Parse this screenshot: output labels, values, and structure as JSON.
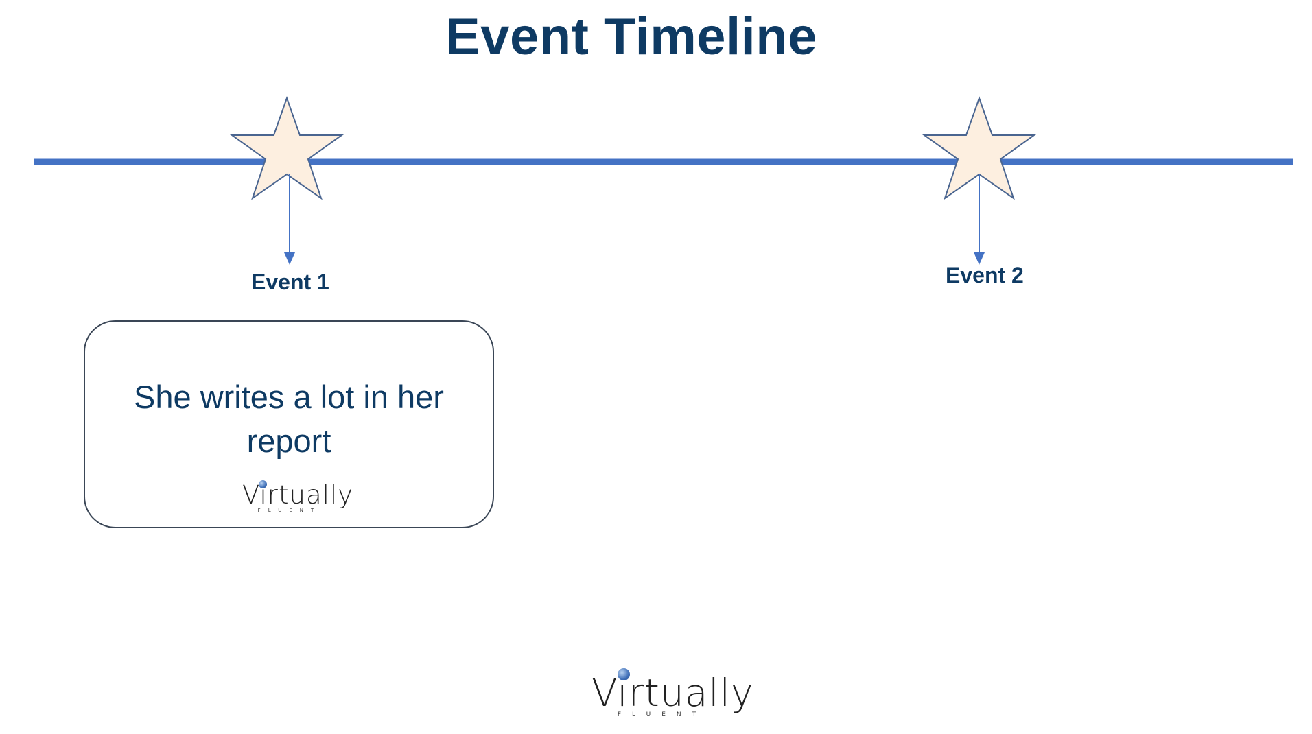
{
  "title": "Event Timeline",
  "events": [
    {
      "label": "Event 1"
    },
    {
      "label": "Event 2"
    }
  ],
  "card": {
    "text": "She writes a lot in her report"
  },
  "logo": {
    "word": "Virtually",
    "sub": "FLUENT"
  },
  "colors": {
    "title": "#0e3a63",
    "timeline": "#4472c4",
    "star_fill": "#fdefe0",
    "star_stroke": "#4a6590",
    "card_border": "#3a4656"
  }
}
